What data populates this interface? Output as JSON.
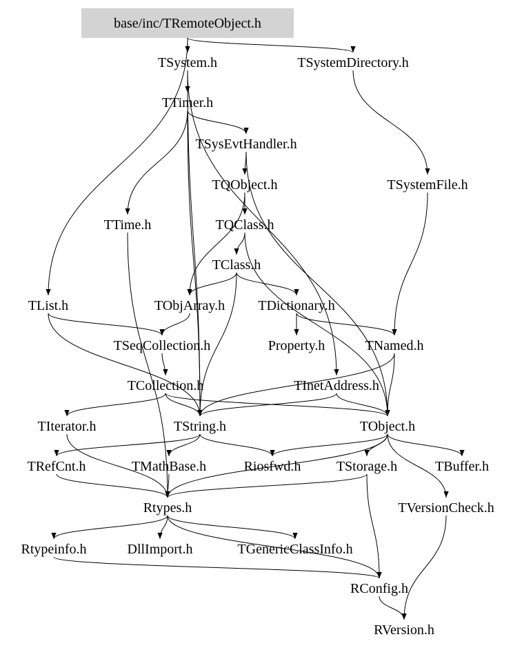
{
  "graph": {
    "root": "base/inc/TRemoteObject.h",
    "root_fill": "#d3d3d3",
    "nodes": [
      {
        "id": "root",
        "label": "base/inc/TRemoteObject.h"
      },
      {
        "id": "TSystem",
        "label": "TSystem.h"
      },
      {
        "id": "TSystemDirectory",
        "label": "TSystemDirectory.h"
      },
      {
        "id": "TTimer",
        "label": "TTimer.h"
      },
      {
        "id": "TSysEvtHandler",
        "label": "TSysEvtHandler.h"
      },
      {
        "id": "TSystemFile",
        "label": "TSystemFile.h"
      },
      {
        "id": "TQObject",
        "label": "TQObject.h"
      },
      {
        "id": "TTime",
        "label": "TTime.h"
      },
      {
        "id": "TQClass",
        "label": "TQClass.h"
      },
      {
        "id": "TClass",
        "label": "TClass.h"
      },
      {
        "id": "TList",
        "label": "TList.h"
      },
      {
        "id": "TObjArray",
        "label": "TObjArray.h"
      },
      {
        "id": "TDictionary",
        "label": "TDictionary.h"
      },
      {
        "id": "TSeqCollection",
        "label": "TSeqCollection.h"
      },
      {
        "id": "Property",
        "label": "Property.h"
      },
      {
        "id": "TNamed",
        "label": "TNamed.h"
      },
      {
        "id": "TCollection",
        "label": "TCollection.h"
      },
      {
        "id": "TInetAddress",
        "label": "TInetAddress.h"
      },
      {
        "id": "TIterator",
        "label": "TIterator.h"
      },
      {
        "id": "TString",
        "label": "TString.h"
      },
      {
        "id": "TObject",
        "label": "TObject.h"
      },
      {
        "id": "TRefCnt",
        "label": "TRefCnt.h"
      },
      {
        "id": "TMathBase",
        "label": "TMathBase.h"
      },
      {
        "id": "Riosfwd",
        "label": "Riosfwd.h"
      },
      {
        "id": "TStorage",
        "label": "TStorage.h"
      },
      {
        "id": "TBuffer",
        "label": "TBuffer.h"
      },
      {
        "id": "Rtypes",
        "label": "Rtypes.h"
      },
      {
        "id": "TVersionCheck",
        "label": "TVersionCheck.h"
      },
      {
        "id": "Rtypeinfo",
        "label": "Rtypeinfo.h"
      },
      {
        "id": "DllImport",
        "label": "DllImport.h"
      },
      {
        "id": "TGenericClassInfo",
        "label": "TGenericClassInfo.h"
      },
      {
        "id": "RConfig",
        "label": "RConfig.h"
      },
      {
        "id": "RVersion",
        "label": "RVersion.h"
      }
    ],
    "edges": [
      [
        "root",
        "TSystem"
      ],
      [
        "root",
        "TSystemDirectory"
      ],
      [
        "root",
        "TList"
      ],
      [
        "TSystem",
        "TTimer"
      ],
      [
        "TSystem",
        "TString"
      ],
      [
        "TSystem",
        "TInetAddress"
      ],
      [
        "TSystemDirectory",
        "TSystemFile"
      ],
      [
        "TTimer",
        "TSysEvtHandler"
      ],
      [
        "TTimer",
        "TTime"
      ],
      [
        "TTimer",
        "TString"
      ],
      [
        "TSysEvtHandler",
        "TQObject"
      ],
      [
        "TSysEvtHandler",
        "TObject"
      ],
      [
        "TSystemFile",
        "TNamed"
      ],
      [
        "TQObject",
        "TQClass"
      ],
      [
        "TQObject",
        "TObjArray"
      ],
      [
        "TQClass",
        "TClass"
      ],
      [
        "TQClass",
        "TObject"
      ],
      [
        "TClass",
        "TObjArray"
      ],
      [
        "TClass",
        "TDictionary"
      ],
      [
        "TClass",
        "TString"
      ],
      [
        "TTime",
        "Rtypes"
      ],
      [
        "TList",
        "TSeqCollection"
      ],
      [
        "TList",
        "TString"
      ],
      [
        "TObjArray",
        "TSeqCollection"
      ],
      [
        "TDictionary",
        "Property"
      ],
      [
        "TDictionary",
        "TNamed"
      ],
      [
        "TSeqCollection",
        "TCollection"
      ],
      [
        "TNamed",
        "TObject"
      ],
      [
        "TNamed",
        "TString"
      ],
      [
        "TCollection",
        "TIterator"
      ],
      [
        "TCollection",
        "TString"
      ],
      [
        "TCollection",
        "TObject"
      ],
      [
        "TInetAddress",
        "TObject"
      ],
      [
        "TInetAddress",
        "TString"
      ],
      [
        "TIterator",
        "Rtypes"
      ],
      [
        "TString",
        "TRefCnt"
      ],
      [
        "TString",
        "TMathBase"
      ],
      [
        "TString",
        "Riosfwd"
      ],
      [
        "TObject",
        "Riosfwd"
      ],
      [
        "TObject",
        "TStorage"
      ],
      [
        "TObject",
        "TBuffer"
      ],
      [
        "TObject",
        "TVersionCheck"
      ],
      [
        "TObject",
        "Rtypes"
      ],
      [
        "TRefCnt",
        "Rtypes"
      ],
      [
        "TMathBase",
        "Rtypes"
      ],
      [
        "TStorage",
        "Rtypes"
      ],
      [
        "TStorage",
        "RConfig"
      ],
      [
        "Rtypes",
        "Rtypeinfo"
      ],
      [
        "Rtypes",
        "DllImport"
      ],
      [
        "Rtypes",
        "TGenericClassInfo"
      ],
      [
        "Rtypes",
        "RConfig"
      ],
      [
        "Rtypeinfo",
        "RConfig"
      ],
      [
        "RConfig",
        "RVersion"
      ],
      [
        "TVersionCheck",
        "RVersion"
      ]
    ]
  }
}
